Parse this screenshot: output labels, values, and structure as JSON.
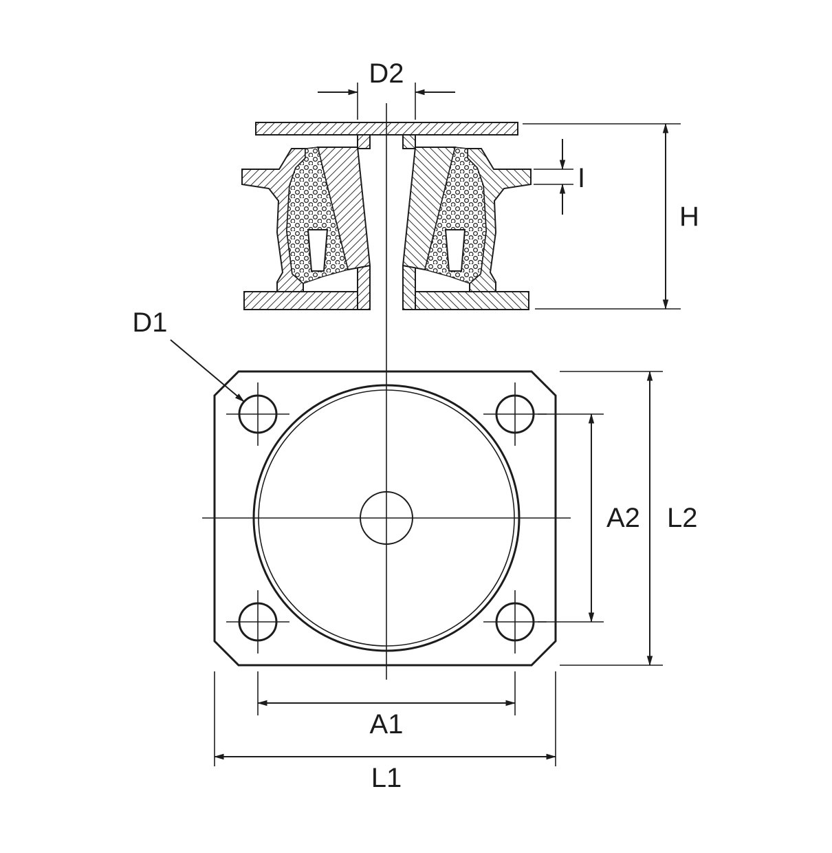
{
  "drawing": {
    "background": "#ffffff",
    "line_color": "#1c1c1c",
    "views": {
      "section": "cross-section-view",
      "plan": "plan-view"
    },
    "labels": {
      "d2": "D2",
      "h": "H",
      "i": "I",
      "d1": "D1",
      "a2": "A2",
      "l2": "L2",
      "a1": "A1",
      "l1": "L1"
    }
  }
}
